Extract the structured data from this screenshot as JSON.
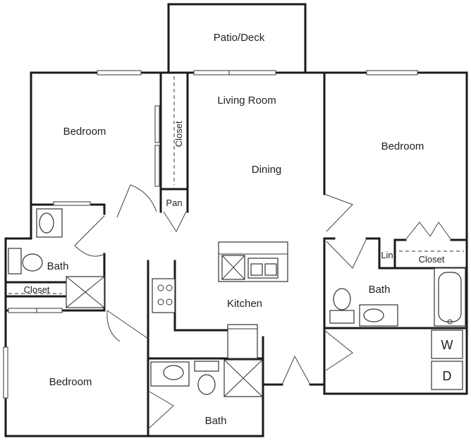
{
  "rooms": {
    "patio": "Patio/Deck",
    "living": "Living Room",
    "dining": "Dining",
    "kitchen": "Kitchen",
    "bedroom_nw": "Bedroom",
    "bedroom_e": "Bedroom",
    "bedroom_sw": "Bedroom",
    "bath_w": "Bath",
    "bath_e": "Bath",
    "bath_s": "Bath",
    "closet_nw": "Closet",
    "closet_w": "Closet",
    "closet_e": "Closet",
    "pantry": "Pan",
    "linen": "Lin",
    "washer": "W",
    "dryer": "D"
  }
}
